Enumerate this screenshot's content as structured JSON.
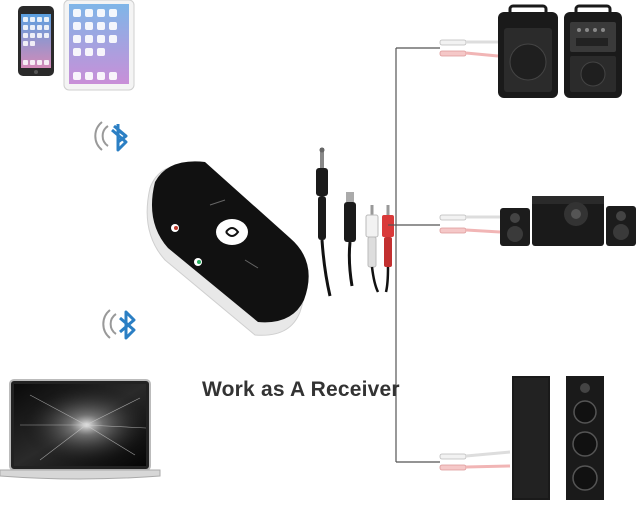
{
  "caption": {
    "text": "Work as A Receiver"
  },
  "colors": {
    "device_black": "#111111",
    "device_rim": "#e8e8e8",
    "wire": "#555555",
    "bluetooth_blue": "#2b7fc4",
    "rca_red": "#d93a3a",
    "rca_white": "#f2f2f2",
    "speaker_body": "#1a1a1a"
  },
  "icons": {
    "phone": "smartphone-icon",
    "tablet": "tablet-icon",
    "laptop": "laptop-icon",
    "bluetooth_top": "bluetooth-icon",
    "bluetooth_bottom": "bluetooth-icon",
    "receiver": "bluetooth-receiver-device",
    "speakers_top": "pa-speaker-pair",
    "speakers_middle": "desktop-speaker-system",
    "speakers_bottom": "floor-standing-speakers"
  }
}
